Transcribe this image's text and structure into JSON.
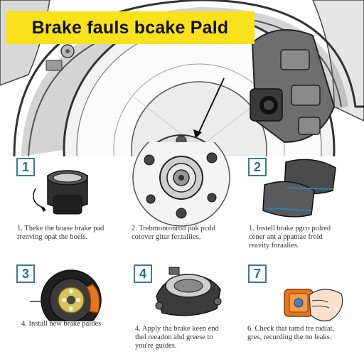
{
  "title": "Brake fauls bcake Pald",
  "steps": [
    {
      "number": "1",
      "line1": "1. Theke the boase brake pad",
      "line2": "rrenving opat the boels."
    },
    {
      "number": "2",
      "line1": "1. Instell brake pgco polred",
      "line2": "cener ant a ppatnae frold",
      "line3": "reavity foraalies."
    },
    {
      "number": "3",
      "line1": "4. Install new brake paides"
    },
    {
      "number": "4",
      "line1": "4. Apply tha brake keen end",
      "line2": "thel reeadon ahd greese to",
      "line3": "you're guides."
    },
    {
      "number": "7",
      "line1": "6. Check that tamd tre radiat,",
      "line2": "gres, recurding the no leaks."
    }
  ],
  "middle_caption": {
    "line1": "2. Trebmonronrod pok pcdd",
    "line2": "cotover gitar fer.taliies."
  },
  "colors": {
    "banner": "#f7e21b",
    "badge": "#3a7c93",
    "line_art": "#2a2a2a",
    "orange_pad": "#e5761f"
  }
}
